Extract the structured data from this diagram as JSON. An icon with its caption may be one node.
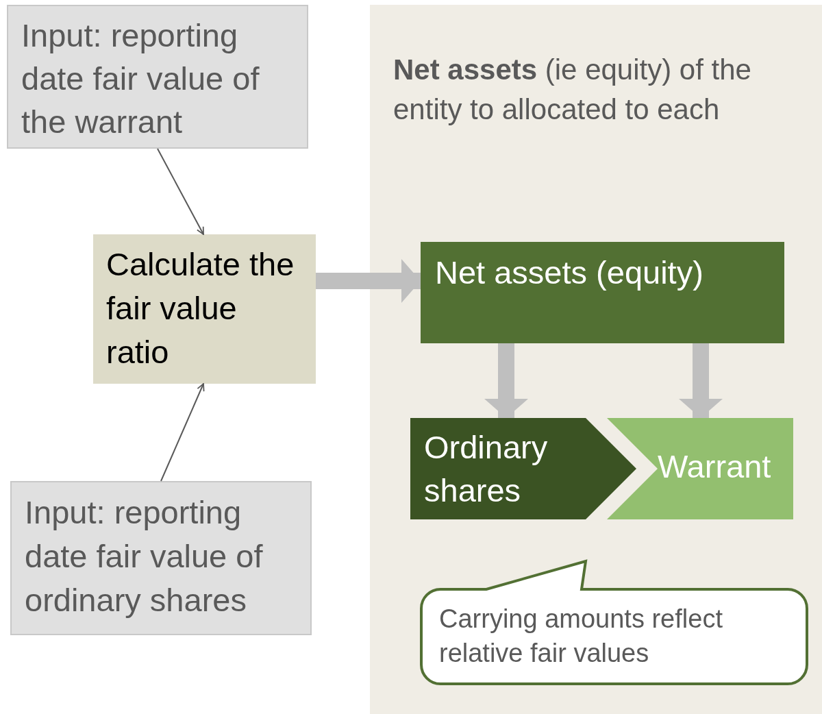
{
  "diagram": {
    "nodes": [
      {
        "text": [
          "Input: reporting date fair value of the warrant"
        ]
      },
      {
        "text": [
          "Calculate the fair value ratio"
        ]
      },
      {
        "text": [
          "Input: reporting date fair value of ordinary shares"
        ]
      },
      {
        "text": [
          "**Net assets** (ie equity) of the entity to allocated to each"
        ]
      },
      {
        "text": [
          "Net assets (equity)"
        ],
        "in": 3
      },
      {
        "text": [
          "Ordinary shares"
        ],
        "in": 3
      },
      {
        "text": [
          "Warrant"
        ],
        "in": 3
      },
      {
        "text": [
          "Carrying amounts reflect relative fair values"
        ],
        "in": 3
      }
    ],
    "edges": [
      {
        "from": 0,
        "to": 1,
        "arrow": "to",
        "color": "#595959"
      },
      {
        "from": 2,
        "to": 1,
        "arrow": "to",
        "color": "#595959"
      },
      {
        "from": 1,
        "to": 4,
        "arrow": "to"
      },
      {
        "from": 4,
        "to": 5,
        "arrow": "to"
      },
      {
        "from": 4,
        "to": 6,
        "arrow": "to"
      }
    ]
  }
}
